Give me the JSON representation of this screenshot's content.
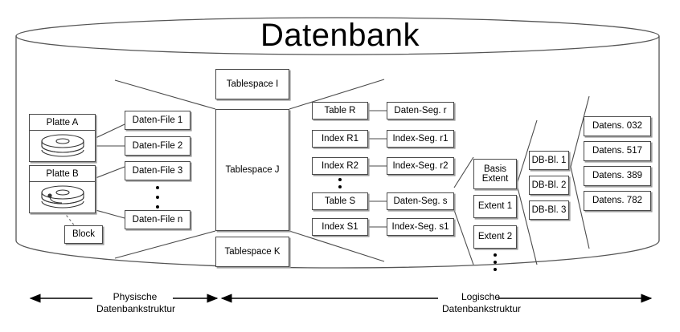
{
  "title": "Datenbank",
  "disks": [
    {
      "name": "Platte A",
      "icon": "disk-platter-icon"
    },
    {
      "name": "Platte B",
      "icon": "disk-platter-icon"
    }
  ],
  "block": {
    "label": "Block"
  },
  "data_files": [
    {
      "label": "Daten-File 1"
    },
    {
      "label": "Daten-File 2"
    },
    {
      "label": "Daten-File 3"
    },
    {
      "label": "Daten-File n"
    }
  ],
  "data_files_ellipsis": "vertical-ellipsis",
  "tablespaces": [
    {
      "label": "Tablespace I"
    },
    {
      "label": "Tablespace J"
    },
    {
      "label": "Tablespace K"
    }
  ],
  "objects": [
    {
      "label": "Table R"
    },
    {
      "label": "Index R1"
    },
    {
      "label": "Index R2"
    },
    {
      "label": "Table S"
    },
    {
      "label": "Index S1"
    }
  ],
  "segments": [
    {
      "label": "Daten-Seg. r"
    },
    {
      "label": "Index-Seg. r1"
    },
    {
      "label": "Index-Seg. r2"
    },
    {
      "label": "Daten-Seg. s"
    },
    {
      "label": "Index-Seg. s1"
    }
  ],
  "extents": [
    {
      "line1": "Basis",
      "line2": "Extent"
    },
    {
      "line1": "Extent 1",
      "line2": ""
    },
    {
      "line1": "Extent 2",
      "line2": ""
    }
  ],
  "db_blocks": [
    {
      "label": "DB-Bl. 1"
    },
    {
      "label": "DB-Bl. 2"
    },
    {
      "label": "DB-Bl. 3"
    }
  ],
  "records": [
    {
      "label": "Datens. 032"
    },
    {
      "label": "Datens. 517"
    },
    {
      "label": "Datens. 389"
    },
    {
      "label": "Datens. 782"
    }
  ],
  "axes": [
    {
      "line1": "Physische",
      "line2": "Datenbankstruktur"
    },
    {
      "line1": "Logische",
      "line2": "Datenbankstruktur"
    }
  ],
  "colors": {
    "stroke": "#4a4a4a",
    "shadow": "#9a9a9a",
    "cylinder": "#555555",
    "text": "#000000",
    "background": "#ffffff"
  }
}
